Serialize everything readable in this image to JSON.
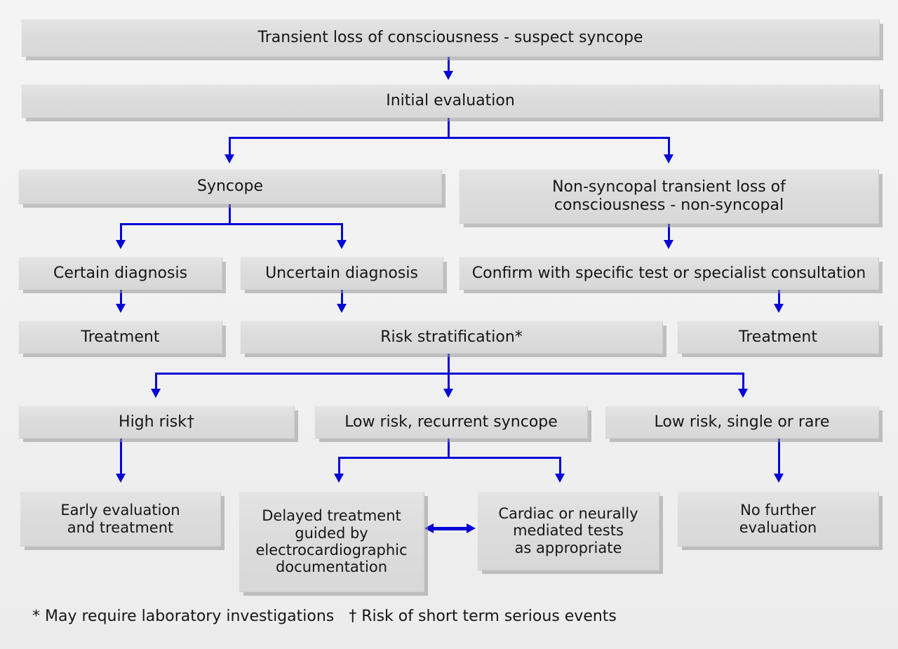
{
  "diagram": {
    "title": "Transient loss of consciousness - suspect syncope",
    "accent_color": "#0606d6",
    "box_fill_color": "#dcdcdc",
    "background_color": "#f1f1f1",
    "text_color": "#161616"
  },
  "nodes": {
    "n1_tloc": "Transient loss of consciousness - suspect syncope",
    "n2_initial_evaluation": "Initial evaluation",
    "n3_syncope": "Syncope",
    "n4_non_syncopal": "Non-syncopal transient loss of\nconsciousness - non-syncopal",
    "n5_certain_diagnosis": "Certain diagnosis",
    "n6_uncertain_diagnosis": "Uncertain diagnosis",
    "n7_confirm_specific_test": "Confirm with specific test or specialist consultation",
    "n8_treatment_left": "Treatment",
    "n9_risk_stratification": "Risk stratification*",
    "n10_treatment_right": "Treatment",
    "n11_high_risk": "High risk†",
    "n12_low_risk_recurrent": "Low risk, recurrent syncope",
    "n13_low_risk_single": "Low risk, single or rare",
    "n14_early_evaluation": "Early evaluation\nand treatment",
    "n15_delayed_treatment": "Delayed treatment\nguided by\nelectrocardiographic\ndocumentation",
    "n16_cardiac_tests": "Cardiac or neurally\nmediated tests\nas appropriate",
    "n17_no_further_evaluation": "No further\nevaluation"
  },
  "footnotes": {
    "combined": "* May require laboratory investigations   † Risk of short term serious events",
    "asterisk": "* May require laboratory investigations",
    "dagger": "† Risk of short term serious events"
  },
  "edges": [
    {
      "from": "n1_tloc",
      "to": "n2_initial_evaluation",
      "type": "arrow-down"
    },
    {
      "from": "n2_initial_evaluation",
      "to": "n3_syncope",
      "type": "split-arrow-down"
    },
    {
      "from": "n2_initial_evaluation",
      "to": "n4_non_syncopal",
      "type": "split-arrow-down"
    },
    {
      "from": "n3_syncope",
      "to": "n5_certain_diagnosis",
      "type": "split-arrow-down"
    },
    {
      "from": "n3_syncope",
      "to": "n6_uncertain_diagnosis",
      "type": "split-arrow-down"
    },
    {
      "from": "n4_non_syncopal",
      "to": "n7_confirm_specific_test",
      "type": "arrow-down"
    },
    {
      "from": "n5_certain_diagnosis",
      "to": "n8_treatment_left",
      "type": "arrow-down"
    },
    {
      "from": "n6_uncertain_diagnosis",
      "to": "n9_risk_stratification",
      "type": "arrow-down"
    },
    {
      "from": "n7_confirm_specific_test",
      "to": "n10_treatment_right",
      "type": "arrow-down"
    },
    {
      "from": "n9_risk_stratification",
      "to": "n11_high_risk",
      "type": "split-arrow-down"
    },
    {
      "from": "n9_risk_stratification",
      "to": "n12_low_risk_recurrent",
      "type": "split-arrow-down"
    },
    {
      "from": "n9_risk_stratification",
      "to": "n13_low_risk_single",
      "type": "split-arrow-down"
    },
    {
      "from": "n11_high_risk",
      "to": "n14_early_evaluation",
      "type": "arrow-down"
    },
    {
      "from": "n12_low_risk_recurrent",
      "to": "n15_delayed_treatment",
      "type": "split-arrow-down"
    },
    {
      "from": "n12_low_risk_recurrent",
      "to": "n16_cardiac_tests",
      "type": "split-arrow-down"
    },
    {
      "from": "n13_low_risk_single",
      "to": "n17_no_further_evaluation",
      "type": "arrow-down"
    },
    {
      "from": "n15_delayed_treatment",
      "to": "n16_cardiac_tests",
      "type": "double-arrow-horizontal"
    }
  ]
}
